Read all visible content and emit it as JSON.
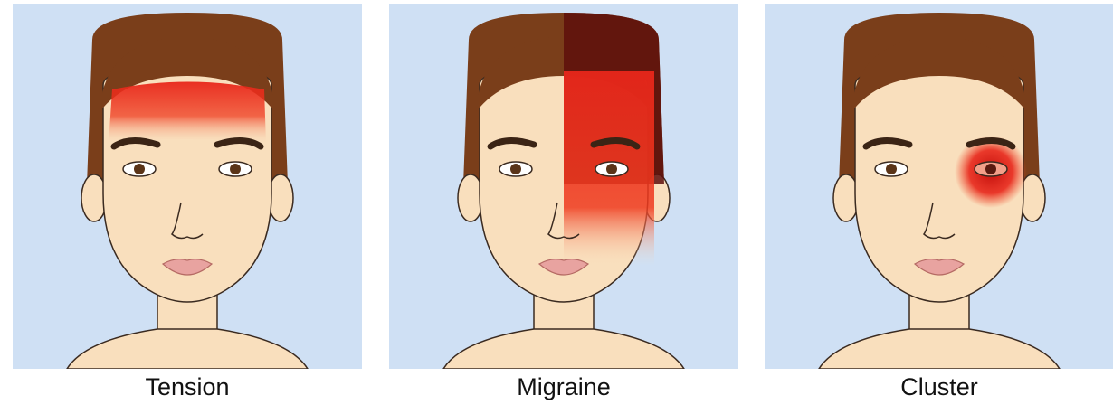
{
  "panels": [
    {
      "id": "tension",
      "label": "Tension",
      "pain_region": "forehead band"
    },
    {
      "id": "migraine",
      "label": "Migraine",
      "pain_region": "one side of head"
    },
    {
      "id": "cluster",
      "label": "Cluster",
      "pain_region": "around one eye"
    }
  ],
  "colors": {
    "background": "#cfe0f4",
    "skin": "#f9dfbd",
    "skin_shadow": "#ecc49c",
    "hair": "#7a3e1a",
    "outline": "#3a2a20",
    "brow": "#3b2415",
    "lips": "#e8a3a0",
    "pain": "#e8261a"
  }
}
